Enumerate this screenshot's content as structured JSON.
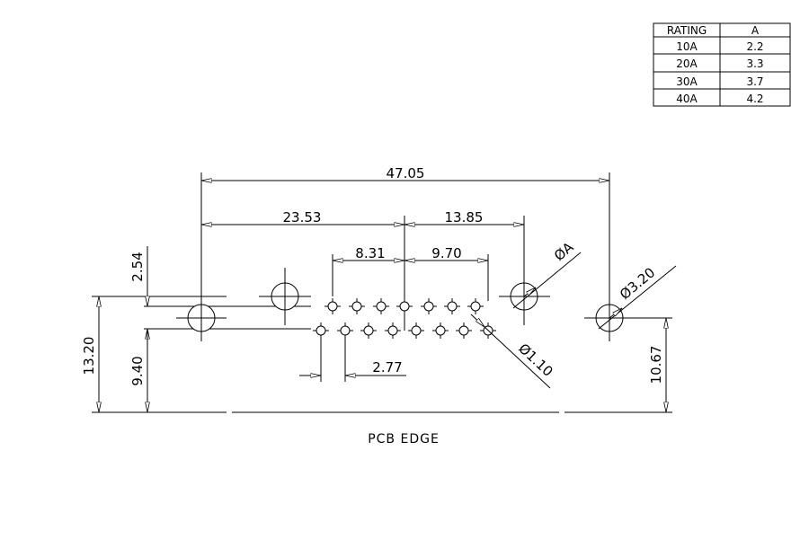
{
  "rating_table": {
    "headers": [
      "RATING",
      "A"
    ],
    "rows": [
      [
        "10A",
        "2.2"
      ],
      [
        "20A",
        "3.3"
      ],
      [
        "30A",
        "3.7"
      ],
      [
        "40A",
        "4.2"
      ]
    ]
  },
  "dimensions": {
    "overall_width": "47.05",
    "left_half": "23.53",
    "right_offset": "13.85",
    "pin_span_left": "8.31",
    "pin_span_right": "9.70",
    "row_pitch": "2.54",
    "overall_height": "13.20",
    "lower_row_height": "9.40",
    "pin_pitch": "2.77",
    "right_height": "10.67"
  },
  "callouts": {
    "large_hole": "ØA",
    "mount_hole": "Ø3.20",
    "pin_hole": "Ø1.10"
  },
  "caption": "PCB EDGE"
}
